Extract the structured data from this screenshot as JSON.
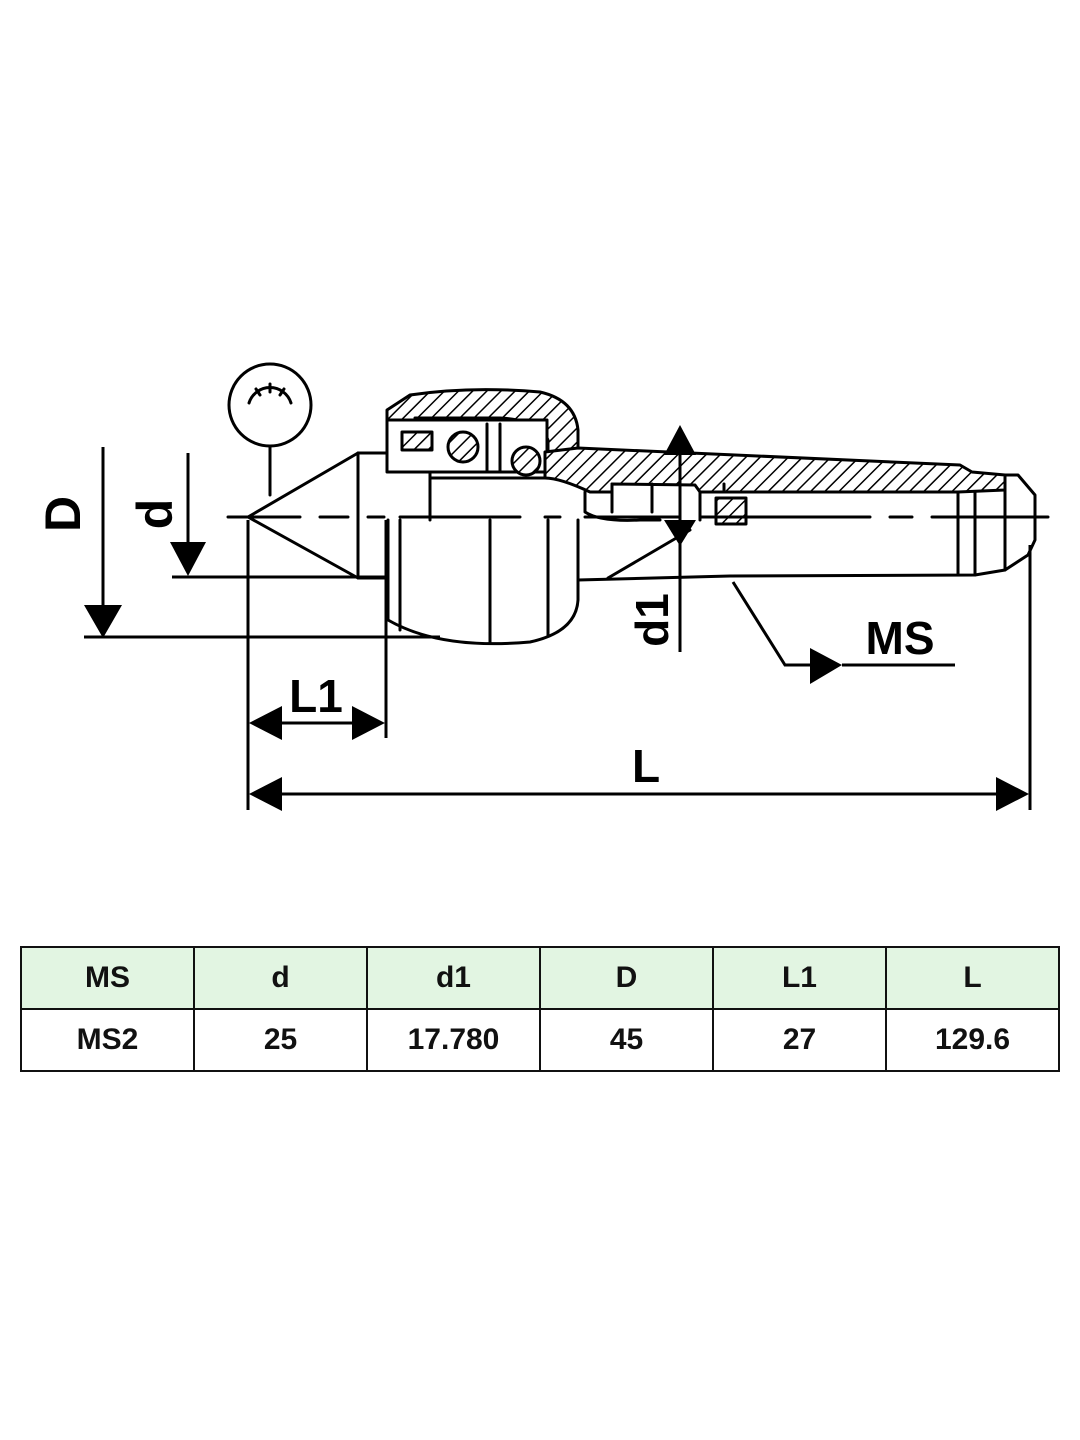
{
  "drawing": {
    "labels": {
      "D": "D",
      "d": "d",
      "d1": "d1",
      "MS": "MS",
      "L1": "L1",
      "L": "L"
    }
  },
  "table": {
    "header_bg": "#e2f5e2",
    "headers": [
      "MS",
      "d",
      "d1",
      "D",
      "L1",
      "L"
    ],
    "rows": [
      [
        "MS2",
        "25",
        "17.780",
        "45",
        "27",
        "129.6"
      ]
    ]
  }
}
